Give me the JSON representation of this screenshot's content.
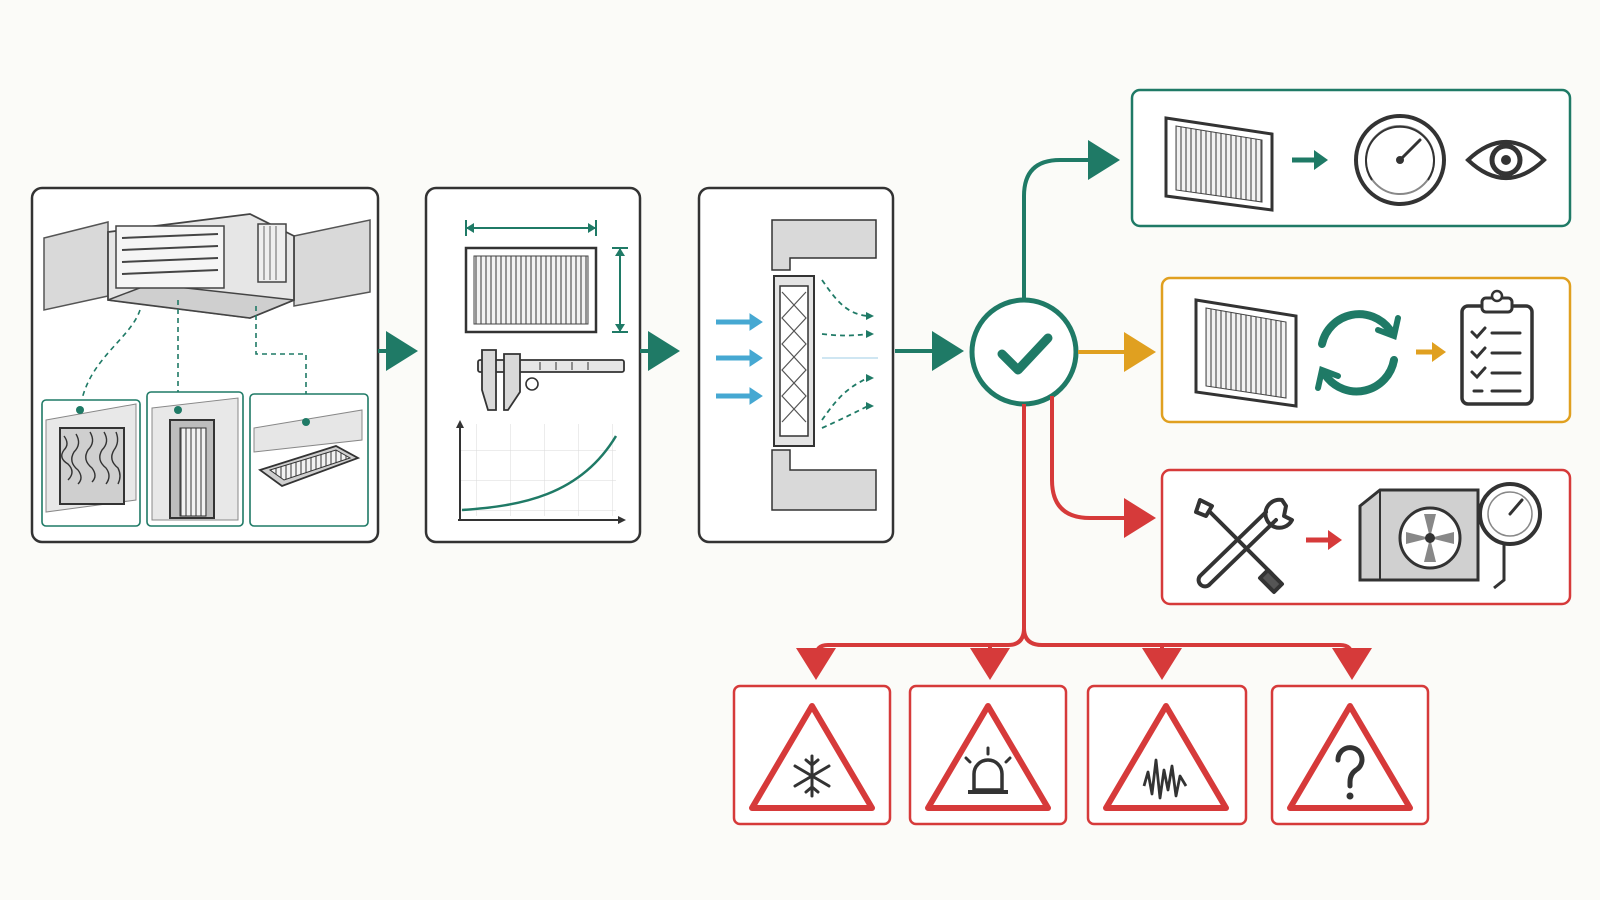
{
  "colors": {
    "background": "#fbfbf8",
    "outline": "#333333",
    "teal": "#1f7a66",
    "amber": "#e0a020",
    "red": "#d63a3a",
    "airflow_blue": "#46a8d2",
    "illustration_gray": "#d9d9d9"
  },
  "flow": {
    "step_1": {
      "icon": "ductwork-filter-locations-icon",
      "insets": [
        "wall-grille-filter-icon",
        "frame-filter-icon",
        "ceiling-return-filter-icon"
      ]
    },
    "step_2": {
      "icons": [
        "filter-dimensions-icon",
        "caliper-icon",
        "pressure-drop-curve-icon"
      ]
    },
    "step_3": {
      "icon": "filter-airflow-install-icon"
    },
    "decision": {
      "icon": "check-circle-icon"
    },
    "outcomes": [
      {
        "color": "teal",
        "icons": [
          "filter-icon",
          "arrow-right-icon",
          "pressure-gauge-icon",
          "eye-icon"
        ]
      },
      {
        "color": "amber",
        "icons": [
          "filter-icon",
          "replace-cycle-icon",
          "arrow-right-icon",
          "checklist-clipboard-icon"
        ]
      },
      {
        "color": "red",
        "icons": [
          "tools-icon",
          "arrow-right-icon",
          "hvac-unit-gauge-icon"
        ]
      }
    ],
    "warnings": [
      "snowflake-warning-icon",
      "alarm-warning-icon",
      "vibration-warning-icon",
      "question-warning-icon"
    ]
  }
}
